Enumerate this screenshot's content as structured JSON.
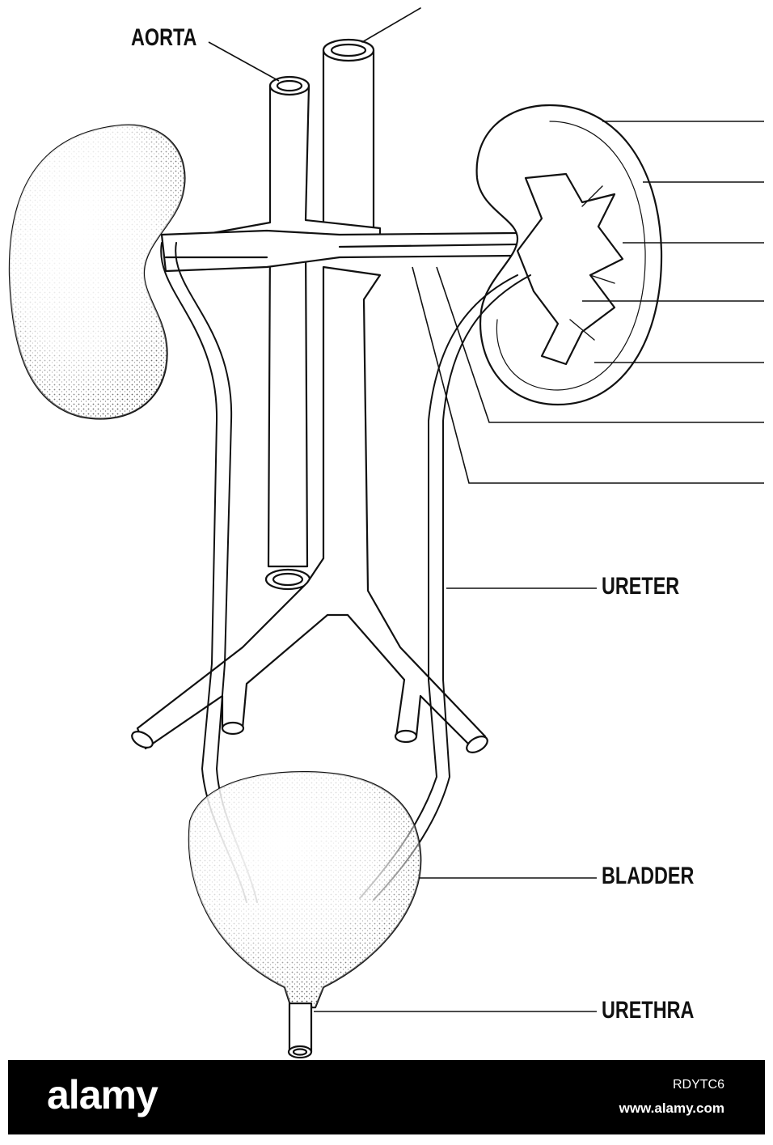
{
  "diagram": {
    "labels": {
      "aorta": "AORTA",
      "ureter": "URETER",
      "bladder": "BLADDER",
      "urethra": "URETHRA"
    },
    "colors": {
      "line": "#111111",
      "fill": "#ffffff",
      "stipple": "#222222"
    }
  },
  "watermark": {
    "brand": "alamy",
    "image_id": "RDYTC6",
    "site": "www.alamy.com",
    "banner_color": "#000000",
    "text_color": "#ffffff"
  }
}
